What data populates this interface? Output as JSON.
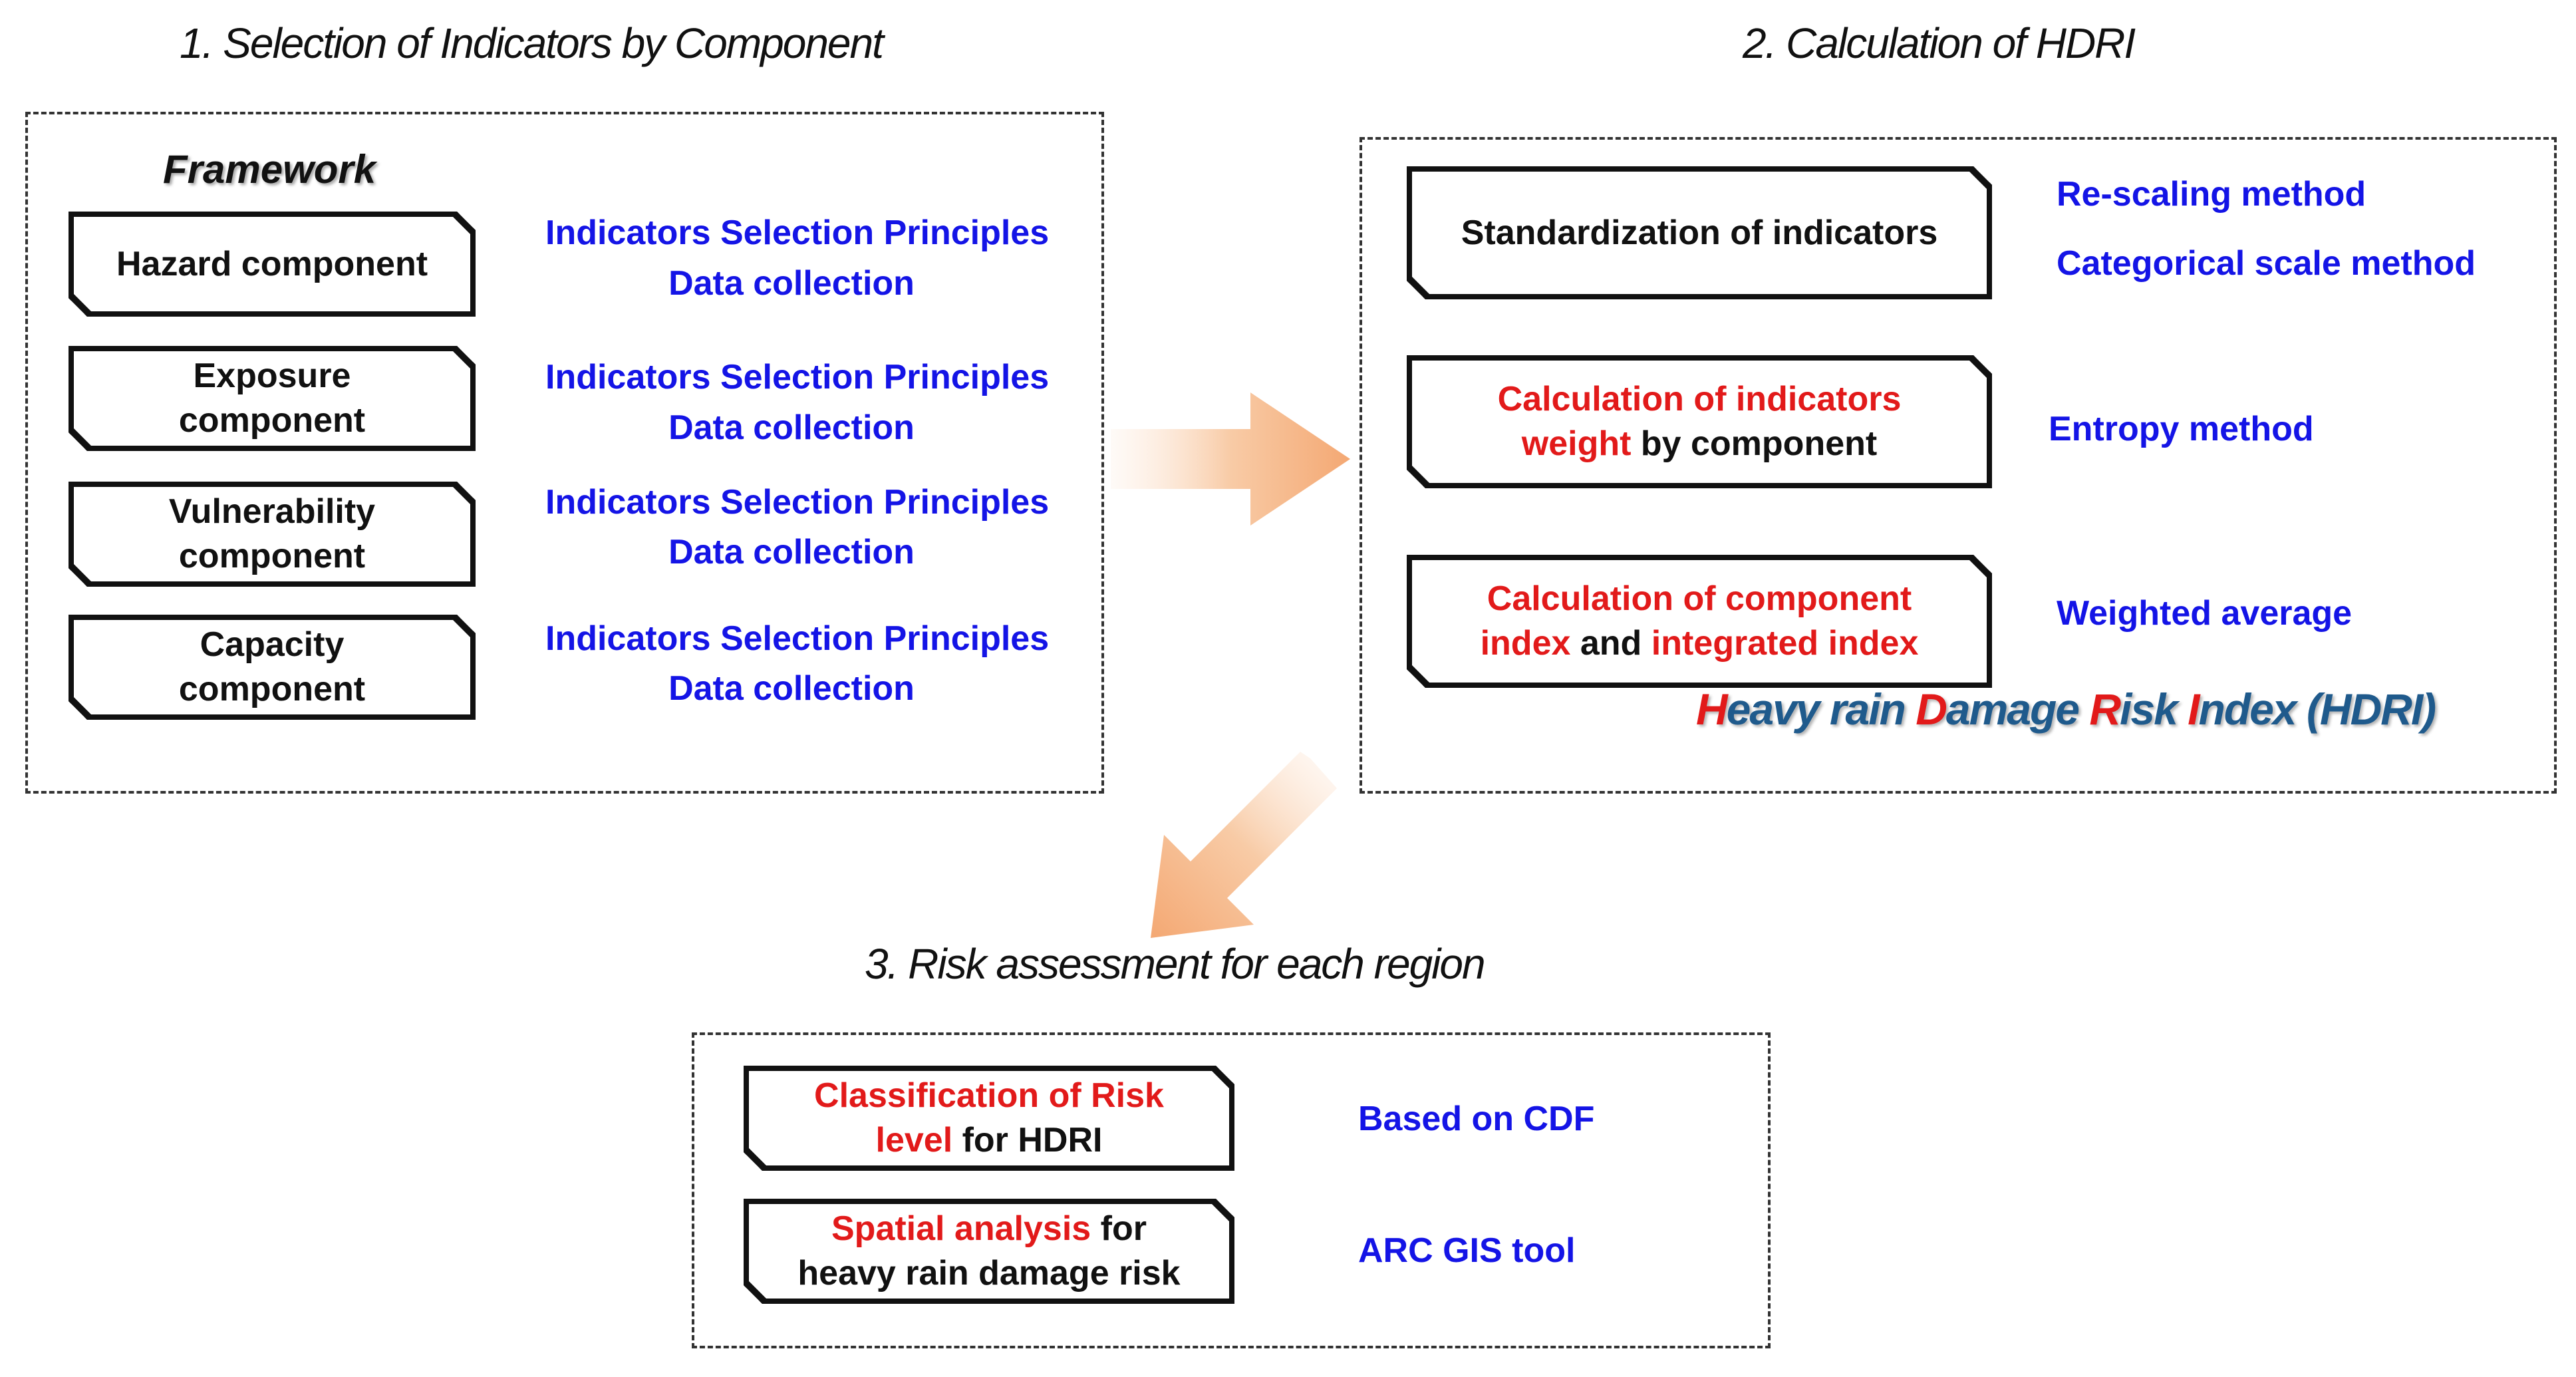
{
  "section1": {
    "title": "1. Selection of Indicators by Component",
    "framework_label": "Framework",
    "components": [
      {
        "line1": "Hazard component",
        "line2": "",
        "principles": "Indicators Selection Principles",
        "data": "Data collection"
      },
      {
        "line1": "Exposure",
        "line2": "component",
        "principles": "Indicators Selection Principles",
        "data": "Data collection"
      },
      {
        "line1": "Vulnerability",
        "line2": "component",
        "principles": "Indicators Selection Principles",
        "data": "Data collection"
      },
      {
        "line1": "Capacity",
        "line2": "component",
        "principles": "Indicators Selection Principles",
        "data": "Data collection"
      }
    ]
  },
  "section2": {
    "title": "2. Calculation of HDRI",
    "step1": {
      "text": "Standardization of indicators",
      "method1": "Re-scaling method",
      "method2": "Categorical scale method"
    },
    "step2": {
      "red1": "Calculation of indicators",
      "red2": "weight",
      "black2": " by component",
      "method": "Entropy method"
    },
    "step3": {
      "red1": "Calculation of component",
      "red2a": "index",
      "black2": " and ",
      "red2b": "integrated index",
      "method": "Weighted average"
    },
    "hdri": {
      "H": "H",
      "eavy": "eavy rain ",
      "D": "D",
      "amage": "amage ",
      "R": "R",
      "isk": "isk ",
      "I": "I",
      "ndex": "ndex (HDRI)"
    }
  },
  "section3": {
    "title": "3. Risk assessment for each region",
    "step1": {
      "red1": "Classification of Risk",
      "red2": "level",
      "black2": " for HDRI",
      "method": "Based on CDF"
    },
    "step2": {
      "red1": "Spatial analysis",
      "black1": " for",
      "black2": "heavy rain damage risk",
      "method": "ARC GIS tool"
    }
  },
  "colors": {
    "accent_blue": "#1414e6",
    "accent_red": "#e21a1a",
    "arrow": "#f6b98a"
  }
}
